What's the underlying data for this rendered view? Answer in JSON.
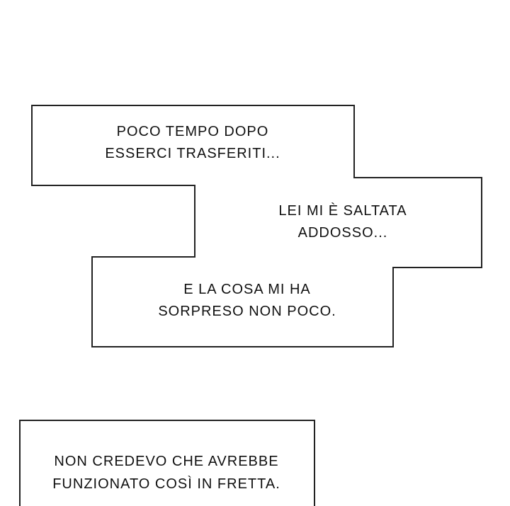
{
  "captions": [
    {
      "lines": [
        "POCO TEMPO DOPO",
        "ESSERCI TRASFERITI..."
      ]
    },
    {
      "lines": [
        "LEI MI È SALTATA",
        "ADDOSSO..."
      ]
    },
    {
      "lines": [
        "E LA COSA MI HA",
        "SORPRESO NON POCO."
      ]
    },
    {
      "lines": [
        "NON CREDEVO CHE AVREBBE",
        "FUNZIONATO COSÌ IN FRETTA."
      ]
    }
  ]
}
